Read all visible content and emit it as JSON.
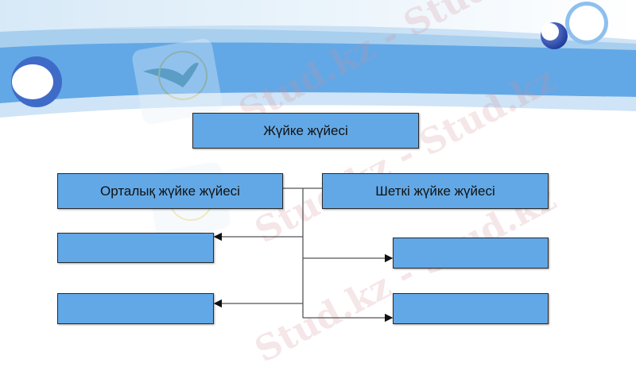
{
  "diagram": {
    "title_box": {
      "label": "Жүйке жүйесі"
    },
    "central_box": {
      "label": "Орталық жүйке жүйесі"
    },
    "peripheral_box": {
      "label": "Шеткі жүйке жүйесі"
    },
    "left_sub_boxes": [
      {
        "label": ""
      },
      {
        "label": ""
      }
    ],
    "right_sub_boxes": [
      {
        "label": ""
      },
      {
        "label": ""
      }
    ]
  },
  "watermark": {
    "text": "Stud.kz - Stud.kz"
  },
  "colors": {
    "box_fill": "#62a8e6",
    "box_border": "#2a2a2a",
    "band_blue": "#62a8e6",
    "circle_dark": "#3a5fc4"
  }
}
